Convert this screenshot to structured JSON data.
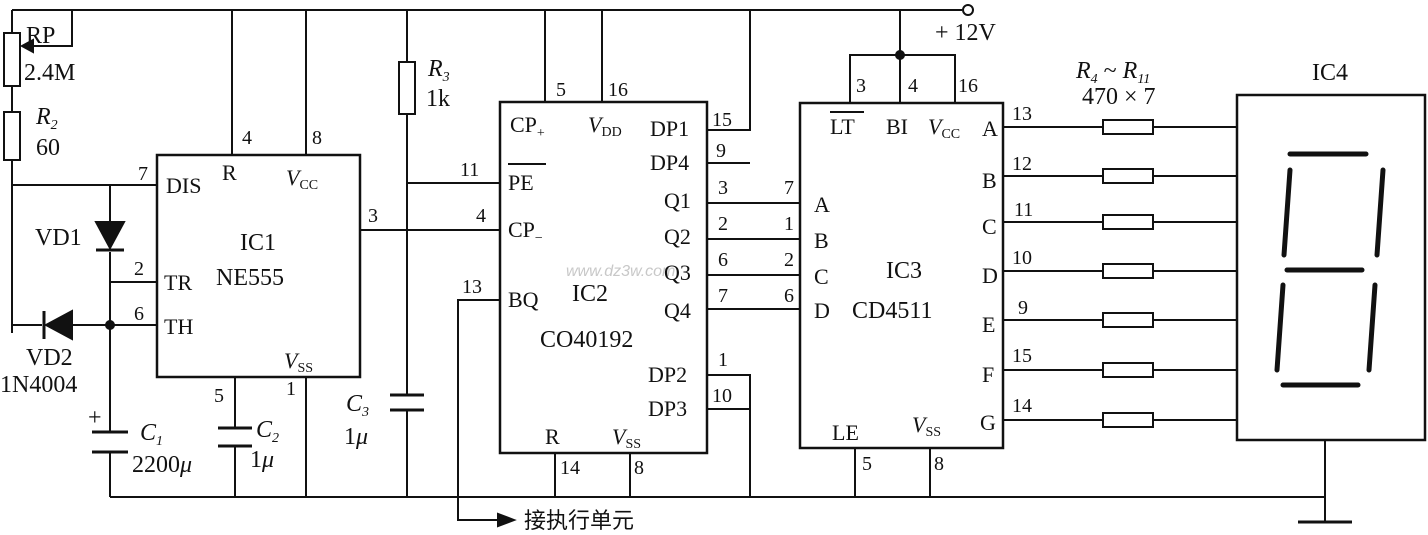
{
  "supply": {
    "label": "+ 12V"
  },
  "rp": {
    "name": "RP",
    "value": "2.4M"
  },
  "r2": {
    "name": "R",
    "sub": "2",
    "value": "60"
  },
  "r3": {
    "name": "R",
    "sub": "3",
    "value": "1k"
  },
  "r4_11": {
    "name1": "R",
    "sub1": "4",
    "tilde": " ~ ",
    "name2": "R",
    "sub2": "11",
    "value": "470 × 7"
  },
  "c1": {
    "name": "C",
    "sub": "1",
    "value": "2200",
    "unit": "μ",
    "plus": "+"
  },
  "c2": {
    "name": "C",
    "sub": "2",
    "value": "1",
    "unit": "μ"
  },
  "c3": {
    "name": "C",
    "sub": "3",
    "value": "1",
    "unit": "μ"
  },
  "vd1": {
    "name": "VD1"
  },
  "vd2": {
    "name": "VD2",
    "part": "1N4004"
  },
  "ic1": {
    "name": "IC1",
    "part": "NE555",
    "pins": {
      "dis": "DIS",
      "r": "R",
      "vcc": "V",
      "vcc_sub": "CC",
      "tr": "TR",
      "th": "TH",
      "vss": "V",
      "vss_sub": "SS"
    },
    "nums": {
      "p7": "7",
      "p4": "4",
      "p8": "8",
      "p3": "3",
      "p2": "2",
      "p6": "6",
      "p5": "5",
      "p1": "1"
    }
  },
  "ic2": {
    "name": "IC2",
    "part": "CO40192",
    "pins": {
      "cpp": "CP",
      "cpp_sub": "+",
      "vdd": "V",
      "vdd_sub": "DD",
      "dp1": "DP1",
      "dp4": "DP4",
      "pe": "PE",
      "cpm": "CP",
      "cpm_sub": "−",
      "q1": "Q1",
      "q2": "Q2",
      "q3": "Q3",
      "q4": "Q4",
      "bq": "BQ",
      "dp2": "DP2",
      "dp3": "DP3",
      "r": "R",
      "vss": "V",
      "vss_sub": "SS"
    },
    "nums": {
      "p5": "5",
      "p16": "16",
      "p15": "15",
      "p9": "9",
      "p11": "11",
      "p4": "4",
      "p3": "3",
      "p2": "2",
      "p6": "6",
      "p7": "7",
      "p13": "13",
      "p1": "1",
      "p10": "10",
      "p14": "14",
      "p8": "8"
    }
  },
  "ic3": {
    "name": "IC3",
    "part": "CD4511",
    "pins": {
      "lt": "LT",
      "bi": "BI",
      "vcc": "V",
      "vcc_sub": "CC",
      "a_in": "A",
      "b_in": "B",
      "c_in": "C",
      "d_in": "D",
      "a": "A",
      "b": "B",
      "c": "C",
      "d": "D",
      "e": "E",
      "f": "F",
      "g": "G",
      "le": "LE",
      "vss": "V",
      "vss_sub": "SS"
    },
    "nums": {
      "p3": "3",
      "p4": "4",
      "p16": "16",
      "p7": "7",
      "p1": "1",
      "p2": "2",
      "p6": "6",
      "p13": "13",
      "p12": "12",
      "p11": "11",
      "p10": "10",
      "p9": "9",
      "p15": "15",
      "p14": "14",
      "p5": "5",
      "p8": "8"
    }
  },
  "ic4": {
    "name": "IC4"
  },
  "output": {
    "label": "接执行单元"
  },
  "watermark": "www.dz3w.com"
}
